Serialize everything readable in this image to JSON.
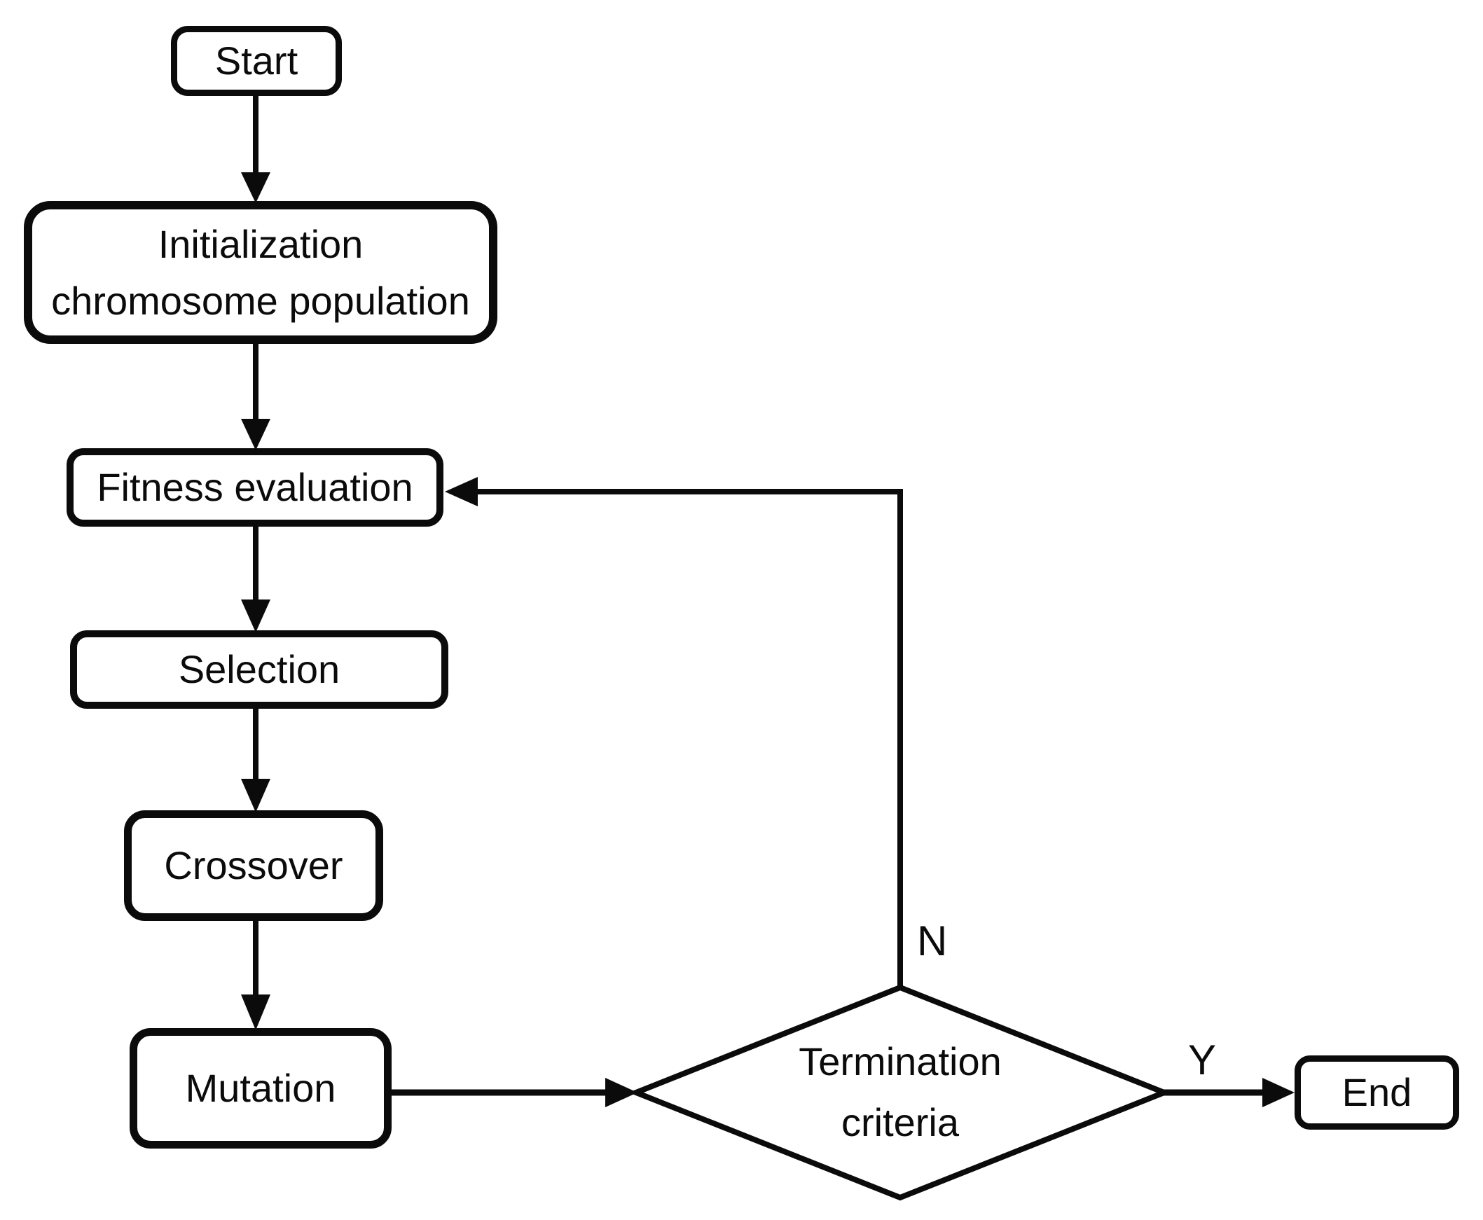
{
  "colors": {
    "background": "#ffffff",
    "stroke": "#0b0b0b",
    "text": "#0b0b0b",
    "node_fill": "#ffffff"
  },
  "diagram": {
    "type": "flowchart",
    "subject": "genetic-algorithm-flow",
    "nodes": [
      {
        "id": "start",
        "shape": "rounded-rect",
        "label": "Start"
      },
      {
        "id": "initialization",
        "shape": "rounded-rect",
        "label": "Initialization\nchromosome population"
      },
      {
        "id": "fitness-evaluation",
        "shape": "rounded-rect",
        "label": "Fitness evaluation"
      },
      {
        "id": "selection",
        "shape": "rounded-rect",
        "label": "Selection"
      },
      {
        "id": "crossover",
        "shape": "rounded-rect",
        "label": "Crossover"
      },
      {
        "id": "mutation",
        "shape": "rounded-rect",
        "label": "Mutation"
      },
      {
        "id": "termination-criteria",
        "shape": "diamond",
        "label": "Termination\ncriteria"
      },
      {
        "id": "end",
        "shape": "rounded-rect",
        "label": "End"
      }
    ],
    "edges": [
      {
        "from": "start",
        "to": "initialization",
        "label": ""
      },
      {
        "from": "initialization",
        "to": "fitness-evaluation",
        "label": ""
      },
      {
        "from": "fitness-evaluation",
        "to": "selection",
        "label": ""
      },
      {
        "from": "selection",
        "to": "crossover",
        "label": ""
      },
      {
        "from": "crossover",
        "to": "mutation",
        "label": ""
      },
      {
        "from": "mutation",
        "to": "termination-criteria",
        "label": ""
      },
      {
        "from": "termination-criteria",
        "to": "end",
        "label": "Y"
      },
      {
        "from": "termination-criteria",
        "to": "fitness-evaluation",
        "label": "N"
      }
    ]
  }
}
